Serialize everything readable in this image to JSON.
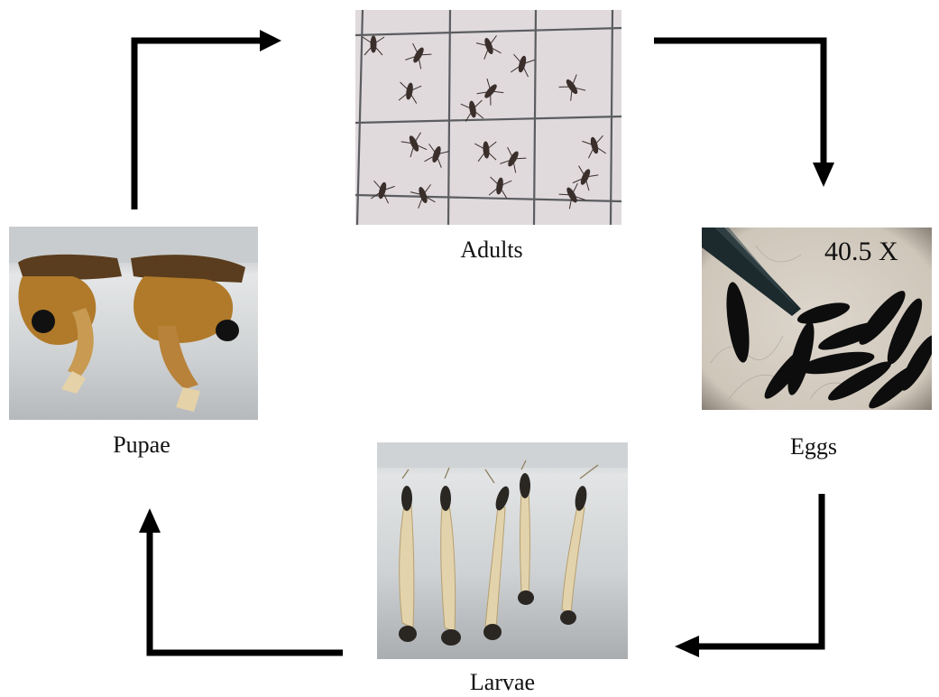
{
  "stages": {
    "adults": {
      "label": "Adults",
      "subject": "mosquitoes resting on a wire mesh over white fur"
    },
    "eggs": {
      "label": "Eggs",
      "magnification": "40.5 X",
      "subject": "elongated black eggs under microscope"
    },
    "larvae": {
      "label": "Larvae",
      "subject": "five larvae hanging from the water surface"
    },
    "pupae": {
      "label": "Pupae",
      "subject": "two comma-shaped pupae at the water surface"
    }
  },
  "cycle_order": [
    "adults",
    "eggs",
    "larvae",
    "pupae"
  ],
  "colors": {
    "arrow": "#000000",
    "fur": "#e6e2e4",
    "egg_background": "#d7cfc4",
    "water": "#c9cdd0",
    "pupa": "#b07a2a"
  }
}
